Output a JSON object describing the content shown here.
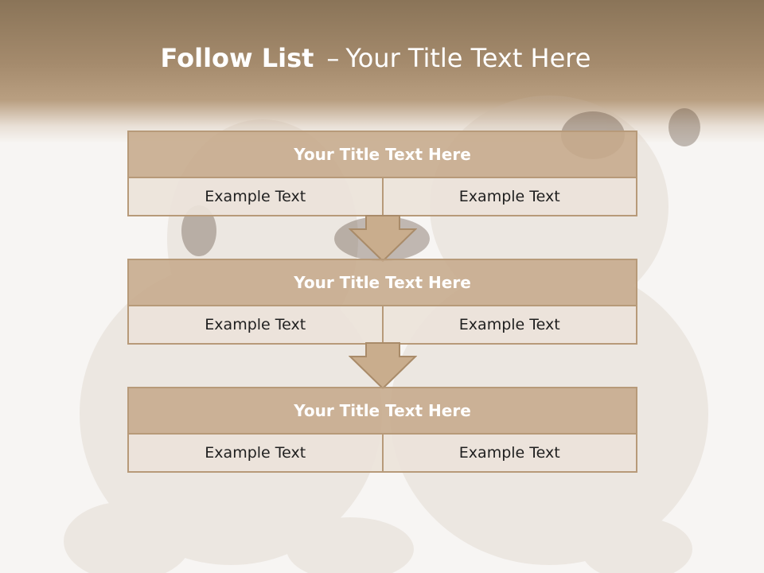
{
  "slide": {
    "title_bold": "Follow List",
    "title_dash": "–",
    "title_rest": "Your Title Text Here"
  },
  "steps": [
    {
      "title": "Your Title Text Here",
      "left": "Example Text",
      "right": "Example Text"
    },
    {
      "title": "Your Title Text Here",
      "left": "Example Text",
      "right": "Example Text"
    },
    {
      "title": "Your Title Text Here",
      "left": "Example Text",
      "right": "Example Text"
    }
  ],
  "colors": {
    "header": "#8a7458",
    "box_title": "#c6aa8b",
    "box_body": "#ece3da",
    "border": "#b79a79"
  },
  "background_image": "puppies-photo"
}
